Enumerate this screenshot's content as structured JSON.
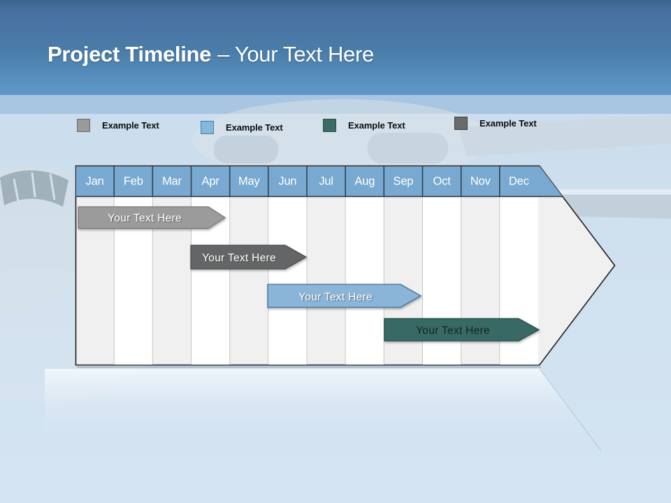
{
  "slide": {
    "title_bold": "Project Timeline",
    "title_light": "– Your Text Here"
  },
  "legend": {
    "items": [
      {
        "label": "Example Text",
        "color": "#9a9a9a",
        "border_color": "#6b6b6b"
      },
      {
        "label": "Example Text",
        "color": "#86b8db",
        "border_color": "#4a7aa8"
      },
      {
        "label": "Example Text",
        "color": "#3c6b66",
        "border_color": "#2a4f4a"
      },
      {
        "label": "Example Text",
        "color": "#6a6a6a",
        "border_color": "#404040"
      }
    ]
  },
  "timeline": {
    "header_fill": "#79a9d1",
    "months": [
      "Jan",
      "Feb",
      "Mar",
      "Apr",
      "May",
      "Jun",
      "Jul",
      "Aug",
      "Sep",
      "Oct",
      "Nov",
      "Dec"
    ],
    "bars": [
      {
        "label": "Your Text Here",
        "color": "#9b9b9b",
        "text_color": "#ffffff",
        "start": "Jan",
        "end": "Apr"
      },
      {
        "label": "Your Text Here",
        "color": "#636566",
        "text_color": "#ffffff",
        "start": "Apr",
        "end": "Jun"
      },
      {
        "label": "Your Text Here",
        "color": "#8ab5d9",
        "text_color": "#ffffff",
        "start": "Jun",
        "end": "Sep"
      },
      {
        "label": "Your Text Here",
        "color": "#396964",
        "text_color": "#132523",
        "start": "Sep",
        "end": "Dec"
      }
    ]
  },
  "chart_data": {
    "type": "bar",
    "subtype": "gantt-timeline",
    "title": "Project Timeline – Your Text Here",
    "categories": [
      "Jan",
      "Feb",
      "Mar",
      "Apr",
      "May",
      "Jun",
      "Jul",
      "Aug",
      "Sep",
      "Oct",
      "Nov",
      "Dec"
    ],
    "series": [
      {
        "name": "Your Text Here",
        "color": "#9b9b9b",
        "start_month_index": 0.0,
        "end_month_index": 3.9
      },
      {
        "name": "Your Text Here",
        "color": "#636566",
        "start_month_index": 3.0,
        "end_month_index": 6.0
      },
      {
        "name": "Your Text Here",
        "color": "#8ab5d9",
        "start_month_index": 5.0,
        "end_month_index": 8.9
      },
      {
        "name": "Your Text Here",
        "color": "#396964",
        "start_month_index": 8.0,
        "end_month_index": 12.0
      }
    ],
    "legend_position": "top",
    "legend_entries": [
      "Example Text",
      "Example Text",
      "Example Text",
      "Example Text"
    ],
    "grid": true,
    "axis_range_months": [
      "Jan",
      "Dec"
    ]
  }
}
